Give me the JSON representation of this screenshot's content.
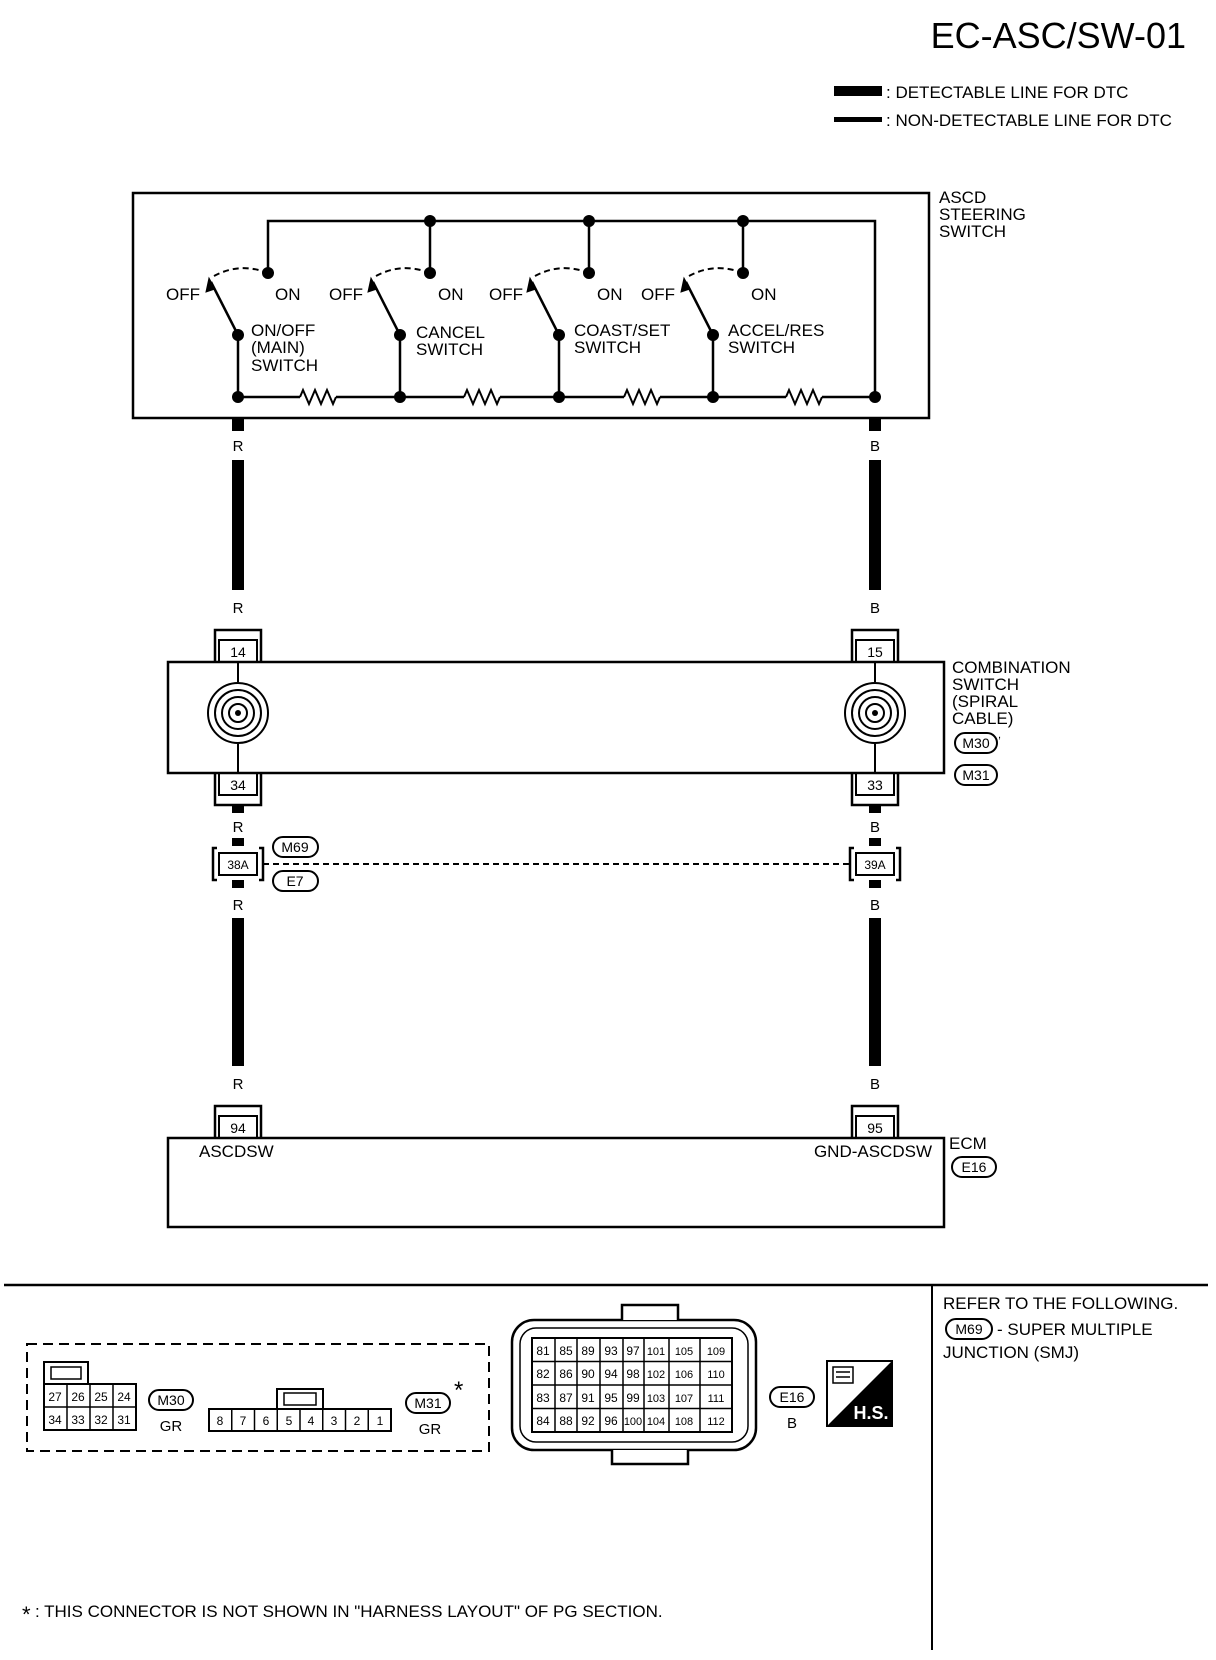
{
  "title": "EC-ASC/SW-01",
  "legend": {
    "detectable": ": DETECTABLE LINE FOR DTC",
    "non_detectable": ": NON-DETECTABLE LINE FOR DTC"
  },
  "ascd_switch": {
    "name": [
      "ASCD",
      "STEERING",
      "SWITCH"
    ],
    "off": "OFF",
    "on": "ON",
    "switches": [
      {
        "label": [
          "ON/OFF",
          "(MAIN)",
          "SWITCH"
        ]
      },
      {
        "label": [
          "CANCEL",
          "SWITCH"
        ]
      },
      {
        "label": [
          "COAST/SET",
          "SWITCH"
        ]
      },
      {
        "label": [
          "ACCEL/RES",
          "SWITCH"
        ]
      }
    ]
  },
  "wires": {
    "left": "R",
    "right": "B"
  },
  "combination_switch": {
    "name": [
      "COMBINATION",
      "SWITCH",
      "(SPIRAL",
      "CABLE)"
    ],
    "pins": {
      "top_left": "14",
      "top_right": "15",
      "bottom_left": "34",
      "bottom_right": "33"
    },
    "connectors": [
      "M30",
      "M31"
    ],
    "connector_separator": ","
  },
  "smj": {
    "connectors": [
      "M69",
      "E7"
    ],
    "pins": {
      "left": "38A",
      "right": "39A"
    }
  },
  "ecm": {
    "name": "ECM",
    "connector": "E16",
    "pins": {
      "left": "94",
      "right": "95"
    },
    "terminals": {
      "left": "ASCDSW",
      "right": "GND-ASCDSW"
    }
  },
  "connector_views": {
    "m30": {
      "id": "M30",
      "color": "GR",
      "rows": [
        [
          "27",
          "26",
          "25",
          "24"
        ],
        [
          "34",
          "33",
          "32",
          "31"
        ]
      ]
    },
    "m31": {
      "id": "M31",
      "color": "GR",
      "asterisk": "*",
      "pins": [
        "8",
        "7",
        "6",
        "5",
        "4",
        "3",
        "2",
        "1"
      ]
    },
    "e16": {
      "id": "E16",
      "color": "B",
      "rows": [
        [
          "81",
          "85",
          "89",
          "93",
          "97",
          "101",
          "105",
          "109"
        ],
        [
          "82",
          "86",
          "90",
          "94",
          "98",
          "102",
          "106",
          "110"
        ],
        [
          "83",
          "87",
          "91",
          "95",
          "99",
          "103",
          "107",
          "111"
        ],
        [
          "84",
          "88",
          "92",
          "96",
          "100",
          "104",
          "108",
          "112"
        ]
      ]
    },
    "hs_label": "H.S."
  },
  "refer": {
    "lines": [
      "REFER TO THE FOLLOWING.",
      "- SUPER MULTIPLE",
      "JUNCTION (SMJ)"
    ],
    "connector": "M69"
  },
  "footnote": {
    "star": "*",
    "text": ": THIS CONNECTOR IS NOT SHOWN IN \"HARNESS LAYOUT\" OF PG SECTION."
  }
}
